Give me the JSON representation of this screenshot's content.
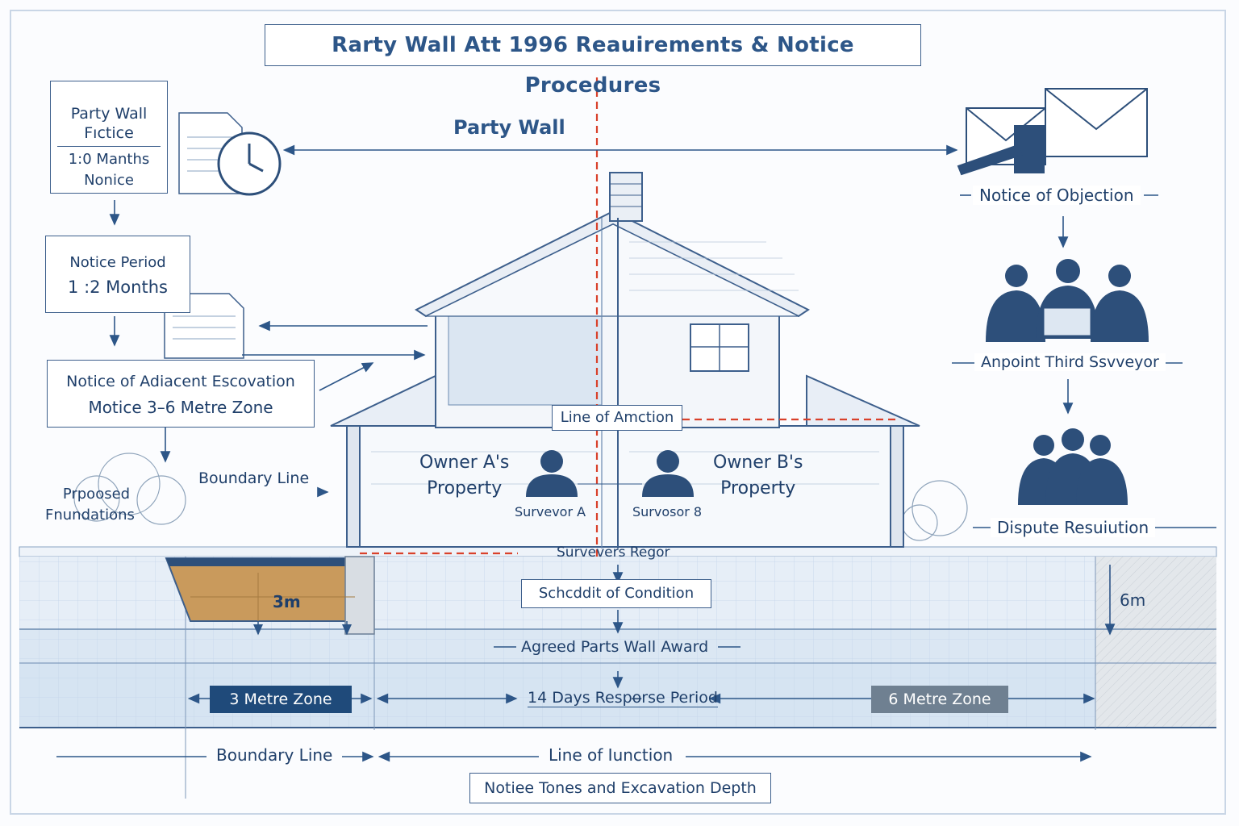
{
  "title": "Rarty Wall Att 1996 Reauirements & Notice Procedures",
  "top_label": "Party Wall",
  "left_flow": {
    "notice1_line1": "Party Wall",
    "notice1_line2": "Fıctice",
    "notice1_line3": "1:0 Manths",
    "notice1_line4": "Nonice",
    "notice2_line1": "Notice Period",
    "notice2_line2": "1 :2 Months",
    "notice3_line1": "Notice of Adiacent Escovation",
    "notice3_line2": "Motice  3–6 Metre Zone",
    "boundary_line": "Boundary Line",
    "foundations_line1": "Prpoosed",
    "foundations_line2": "Fnundations"
  },
  "house": {
    "line_of_junction": "Line of Amction",
    "owner_a_line1": "Owner A's",
    "owner_a_line2": "Property",
    "owner_b_line1": "Owner B's",
    "owner_b_line2": "Property",
    "surveyor_a": "Survevor A",
    "surveyor_b": "Survosor 8"
  },
  "right_flow": {
    "objection": "Notice of Objection",
    "third_surveyor": "Anpoint Third Ssvveyor",
    "dispute": "Dispute Resuiution"
  },
  "ground": {
    "surveyors_report": "Survevers Regor",
    "schedule": "Schcddit of Condition",
    "depth_left": "3m",
    "depth_right": "6m",
    "award": "Agreed Parts Wall Award"
  },
  "zones": {
    "three_metre": "3 Metre Zone",
    "response": "14 Days Respo̶rse Period",
    "six_metre": "6 Metre Zone"
  },
  "bottom": {
    "boundary": "Boundary Line",
    "junction": "Line of Iunction",
    "caption": "Notiee Tones and Excavation Depth"
  },
  "colors": {
    "ink": "#1f3f6a",
    "accent_red": "#d9412b",
    "zone_dark": "#1f4a7a",
    "zone_grey": "#6f8091",
    "ground_blue": "#dde9f5"
  }
}
